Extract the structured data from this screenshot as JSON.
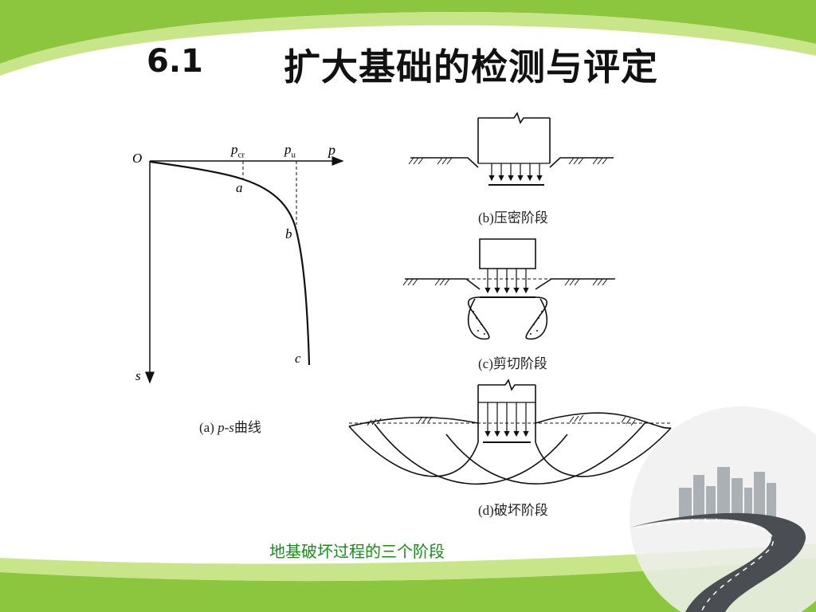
{
  "title": {
    "number": "6.1",
    "text": "扩大基础的检测与评定"
  },
  "figure_a": {
    "origin": "O",
    "axis_p": "p",
    "axis_s": "s",
    "p_cr_base": "p",
    "p_cr_sub": "cr",
    "p_u_base": "p",
    "p_u_sub": "u",
    "point_a": "a",
    "point_b": "b",
    "point_c": "c",
    "caption_prefix": "(a) ",
    "caption_ps": "p-s",
    "caption_suffix": "曲线"
  },
  "figure_b": {
    "caption": "(b)压密阶段"
  },
  "figure_c": {
    "caption": "(c)剪切阶段"
  },
  "figure_d": {
    "caption": "(d)破坏阶段"
  },
  "caption_main": "地基破坏过程的三个阶段",
  "colors": {
    "accent_green": "#8cc63f",
    "light_green": "#c9e58a",
    "caption_green": "#1a8a1a"
  }
}
